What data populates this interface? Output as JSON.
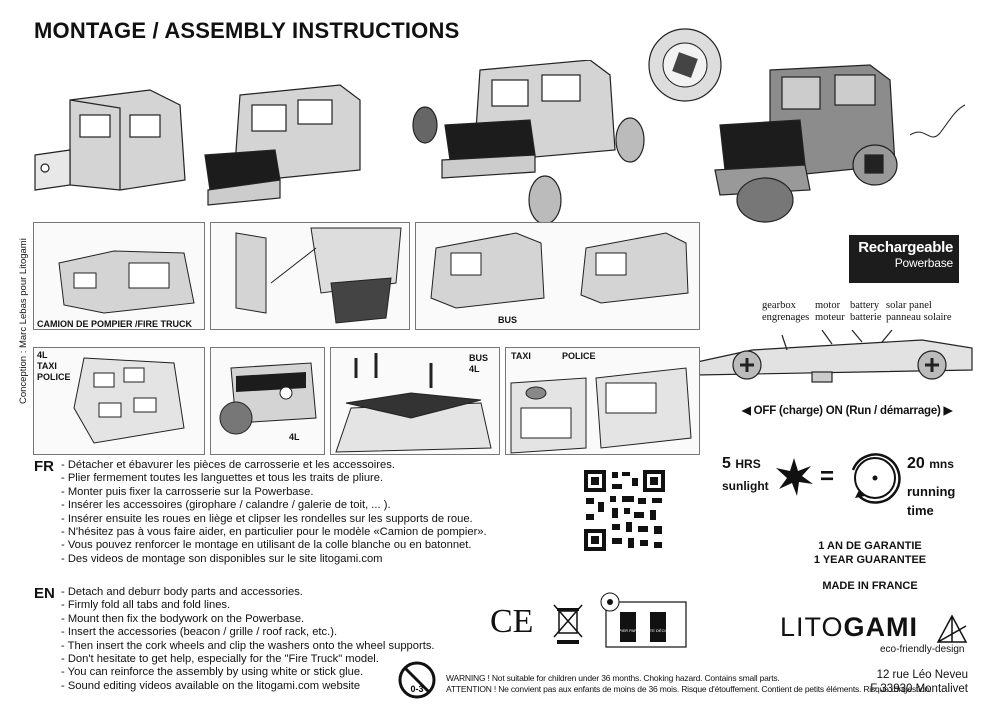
{
  "header": {
    "title": "MONTAGE  / ASSEMBLY INSTRUCTIONS"
  },
  "sidebar_credit": "Conception : Marc Lebas pour Litogami",
  "panels": {
    "fire_truck_label": "CAMION DE POMPIER /FIRE TRUCK",
    "bus_label": "BUS",
    "model_4l_taxi_police": [
      "4L",
      "TAXI",
      "POLICE"
    ],
    "label_4l": "4L",
    "bus_4l": [
      "BUS",
      "4L"
    ],
    "taxi_label": "TAXI",
    "police_label": "POLICE"
  },
  "powerbase": {
    "rechargeable": "Rechargeable",
    "powerbase": "Powerbase",
    "components": [
      {
        "en": "gearbox",
        "fr": "engrenages"
      },
      {
        "en": "motor",
        "fr": "moteur"
      },
      {
        "en": "battery",
        "fr": "batterie"
      },
      {
        "en": "solar panel",
        "fr": "panneau solaire"
      }
    ],
    "switch_label": "OFF (charge)  ON (Run / démarrage)"
  },
  "solar": {
    "hours": "5",
    "hours_unit": "HRS",
    "sunlight": "sunlight",
    "equals": "=",
    "minutes": "20",
    "minutes_unit": "mns",
    "running": "running",
    "time": "time"
  },
  "guarantee": {
    "fr": "1 AN DE GARANTIE",
    "en": "1 YEAR GUARANTEE"
  },
  "made_in": "MADE IN FRANCE",
  "instructions": {
    "fr_code": "FR",
    "fr": [
      "- Détacher et ébavurer les pièces de carrosserie et les accessoires.",
      "- Plier fermement toutes les languettes et tous les traits de pliure.",
      "- Monter puis fixer la carrosserie sur la Powerbase.",
      "- Insérer les accessoires (girophare / calandre / galerie de toit, ... ).",
      "- Insérer ensuite les roues en liège et clipser les rondelles sur les supports de roue.",
      "- N'hésitez pas à vous faire aider, en particulier pour le modèle «Camion de pompier».",
      "- Vous pouvez renforcer le montage en utilisant de la colle blanche ou en batonnet.",
      "- Des videos de montage son disponibles sur le site litogami.com"
    ],
    "en_code": "EN",
    "en": [
      "- Detach and deburr body parts and accessories.",
      "- Firmly fold all tabs and fold lines.",
      "- Mount then fix the bodywork on the Powerbase.",
      "- Insert the accessories (beacon / grille / roof rack, etc.).",
      "- Then insert the cork wheels and clip the washers onto the wheel supports.",
      "- Don't hesitate to get help, especially for the \"Fire Truck\" model.",
      "- You can reinforce the assembly by using white or stick glue.",
      "- Sound editing videos available on the litogami.com website"
    ]
  },
  "marks": {
    "ce": "CE",
    "age": "0-3",
    "paper": "PAPIER PAPER",
    "waste": "WASTE DÉCHETS"
  },
  "warning": {
    "en": "WARNING ! Not suitable for children under 36 months. Choking hazard. Contains small parts.",
    "fr": "ATTENTION ! Ne convient pas aux enfants de moins de 36 mois. Risque d'étouffement. Contient de petits éléments. Risque d'ingestion."
  },
  "brand": {
    "name_a": "LITO",
    "name_b": "GAMI",
    "tagline": "eco-friendly-design",
    "address1": "12 rue Léo Neveu",
    "address2": "F 33930 Montalivet"
  },
  "colors": {
    "ink": "#111111",
    "body_grey": "#d4d4d4",
    "dark": "#1c1c1c",
    "panel": "#fafafa"
  }
}
